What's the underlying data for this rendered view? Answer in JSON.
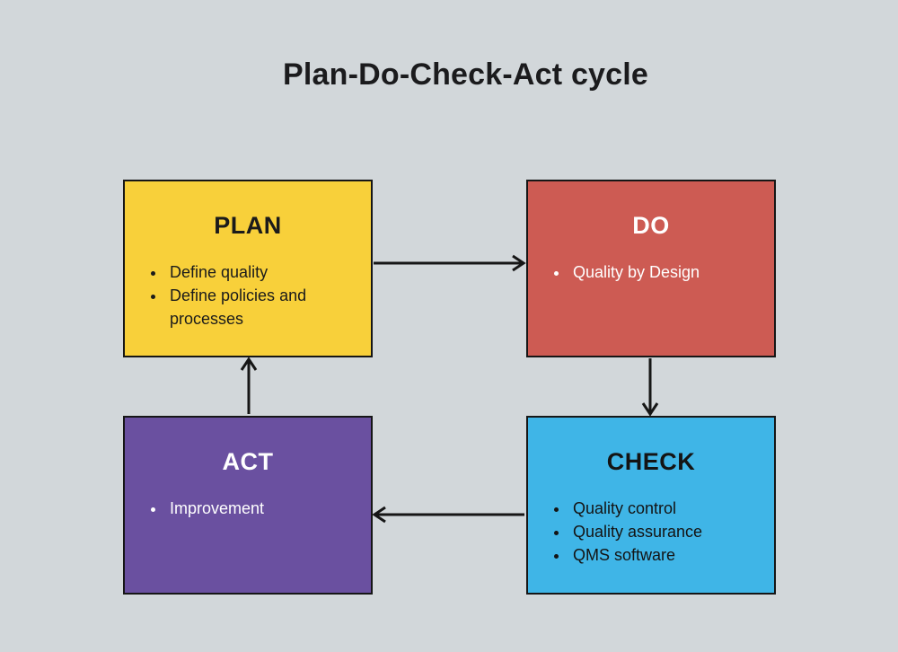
{
  "page": {
    "title": "Plan-Do-Check-Act cycle",
    "background_color": "#d2d7da"
  },
  "diagram": {
    "arrow_color": "#161616",
    "nodes": [
      {
        "id": "plan",
        "label": "PLAN",
        "fill_color": "#f8d03a",
        "text_color": "#1b1b1b",
        "bullets": [
          "Define quality",
          "Define policies and processes"
        ]
      },
      {
        "id": "do",
        "label": "DO",
        "fill_color": "#cd5b53",
        "text_color": "#ffffff",
        "bullets": [
          "Quality by Design"
        ]
      },
      {
        "id": "check",
        "label": "CHECK",
        "fill_color": "#3fb5e7",
        "text_color": "#141414",
        "bullets": [
          "Quality control",
          "Quality assurance",
          "QMS software"
        ]
      },
      {
        "id": "act",
        "label": "ACT",
        "fill_color": "#6a50a0",
        "text_color": "#ffffff",
        "bullets": [
          "Improvement"
        ]
      }
    ],
    "connections": [
      {
        "from": "PLAN",
        "to": "DO"
      },
      {
        "from": "DO",
        "to": "CHECK"
      },
      {
        "from": "CHECK",
        "to": "ACT"
      },
      {
        "from": "ACT",
        "to": "PLAN"
      }
    ]
  }
}
